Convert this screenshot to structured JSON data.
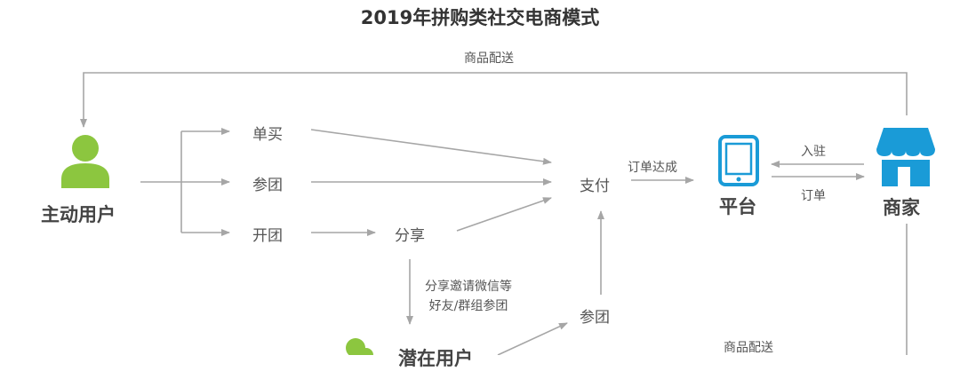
{
  "title": "2019年拼购类社交电商模式",
  "top_flow_label": "商品配送",
  "bottom_flow_label": "商品配送",
  "active_user": "主动用户",
  "potential_user": "潜在用户",
  "actions": {
    "buy_single": "单买",
    "join_group": "参团",
    "open_group": "开团",
    "share": "分享",
    "pay": "支付",
    "join_group_2": "参团"
  },
  "share_note_lines": [
    "分享邀请微信等",
    "好友/群组参团"
  ],
  "order_done": "订单达成",
  "platform": "平台",
  "merchant": "商家",
  "settle_in": "入驻",
  "order": "订单",
  "colors": {
    "user_green": "#8cc63f",
    "platform_blue": "#1a9bd7",
    "arrow_gray": "#a6a6a6"
  }
}
